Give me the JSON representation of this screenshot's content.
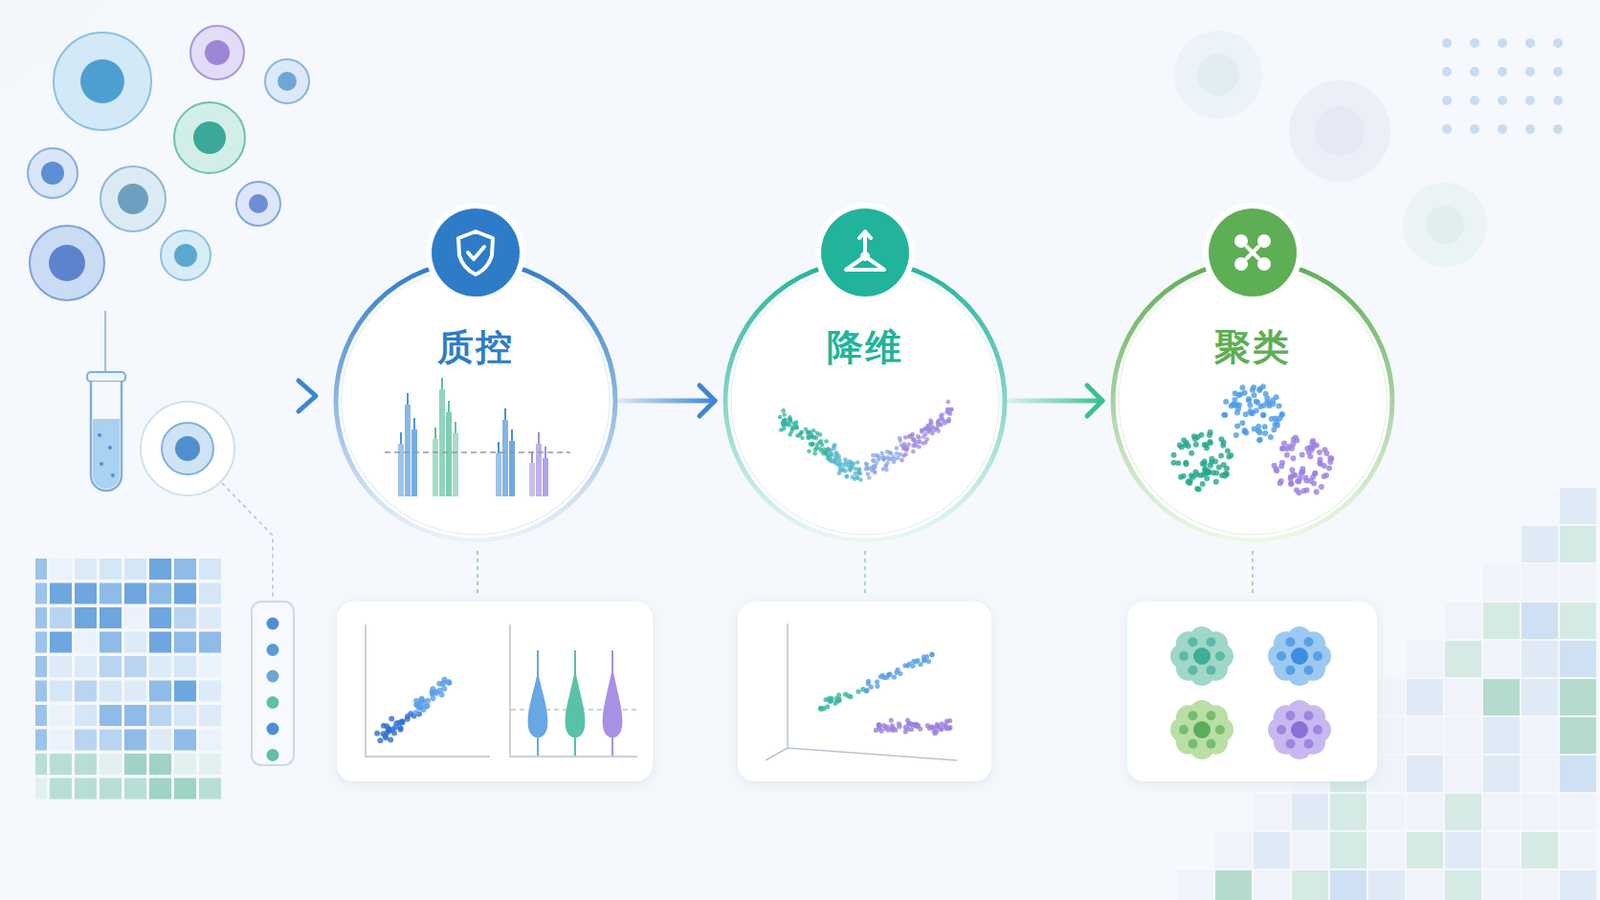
{
  "diagram": {
    "nodes": [
      {
        "text": [
          "质控"
        ]
      },
      {
        "text": [
          "降维"
        ]
      },
      {
        "text": [
          "聚类"
        ]
      }
    ],
    "edges": [
      {
        "from": 0,
        "to": 1,
        "arrow": "to"
      },
      {
        "from": 1,
        "to": 2,
        "arrow": "to"
      }
    ]
  }
}
